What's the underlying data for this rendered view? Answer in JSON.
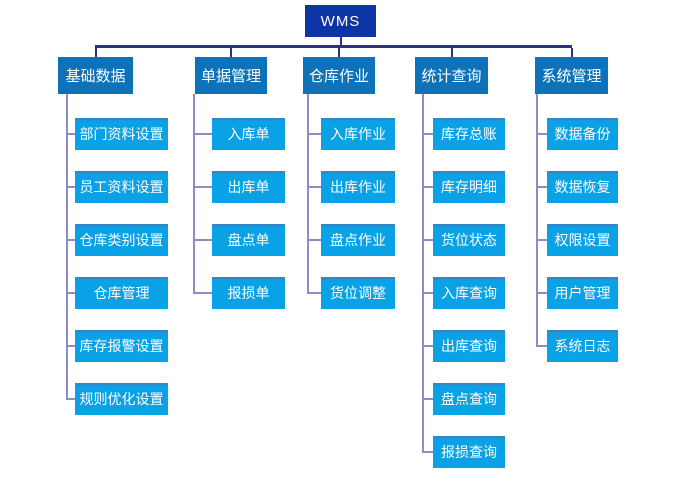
{
  "colors": {
    "background": "#ffffff",
    "root_box": "#0c34a4",
    "branch_box": "#0e72b8",
    "leaf_box": "#09a2e6",
    "leaf_box_top_edge": "#3188c8",
    "connector_dark": "#2b2f8e",
    "connector_light": "#8a8dc6",
    "text": "#ffffff"
  },
  "tree": {
    "root": "WMS",
    "branches": [
      {
        "label": "基础数据",
        "children": [
          "部门资料设置",
          "员工资料设置",
          "仓库类别设置",
          "仓库管理",
          "库存报警设置",
          "规则优化设置"
        ]
      },
      {
        "label": "单据管理",
        "children": [
          "入库单",
          "出库单",
          "盘点单",
          "报损单"
        ]
      },
      {
        "label": "仓库作业",
        "children": [
          "入库作业",
          "出库作业",
          "盘点作业",
          "货位调整"
        ]
      },
      {
        "label": "统计查询",
        "children": [
          "库存总账",
          "库存明细",
          "货位状态",
          "入库查询",
          "出库查询",
          "盘点查询",
          "报损查询"
        ]
      },
      {
        "label": "系统管理",
        "children": [
          "数据备份",
          "数据恢复",
          "权限设置",
          "用户管理",
          "系统日志"
        ]
      }
    ]
  }
}
